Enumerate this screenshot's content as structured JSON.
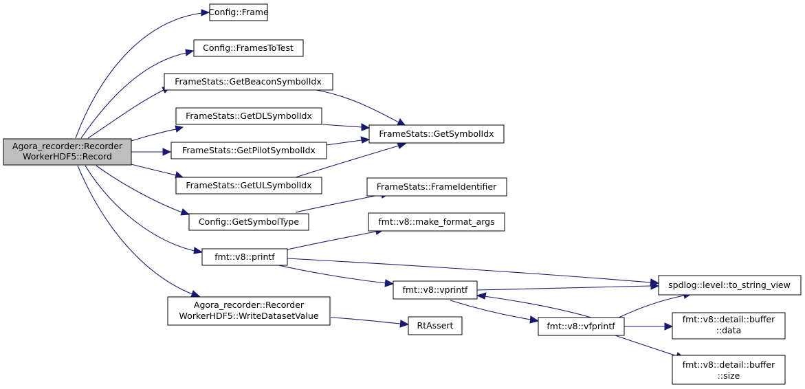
{
  "colors": {
    "edge": "#191970",
    "root_fill": "#bfbfbf",
    "node_fill": "#ffffff",
    "border": "#000000"
  },
  "nodes": {
    "root": {
      "lines": [
        "Agora_recorder::Recorder",
        "WorkerHDF5::Record"
      ]
    },
    "frame": {
      "lines": [
        "Config::Frame"
      ]
    },
    "framestotest": {
      "lines": [
        "Config::FramesToTest"
      ]
    },
    "getbeacon": {
      "lines": [
        "FrameStats::GetBeaconSymbolIdx"
      ]
    },
    "getdl": {
      "lines": [
        "FrameStats::GetDLSymbolIdx"
      ]
    },
    "getpilot": {
      "lines": [
        "FrameStats::GetPilotSymbolIdx"
      ]
    },
    "getul": {
      "lines": [
        "FrameStats::GetULSymbolIdx"
      ]
    },
    "getsymboltype": {
      "lines": [
        "Config::GetSymbolType"
      ]
    },
    "printf": {
      "lines": [
        "fmt::v8::printf"
      ]
    },
    "writedataset": {
      "lines": [
        "Agora_recorder::Recorder",
        "WorkerHDF5::WriteDatasetValue"
      ]
    },
    "getsymbolidx": {
      "lines": [
        "FrameStats::GetSymbolIdx"
      ]
    },
    "frameidentifier": {
      "lines": [
        "FrameStats::FrameIdentifier"
      ]
    },
    "makeformatargs": {
      "lines": [
        "fmt::v8::make_format_args"
      ]
    },
    "vprintf": {
      "lines": [
        "fmt::v8::vprintf"
      ]
    },
    "rtassert": {
      "lines": [
        "RtAssert"
      ]
    },
    "vfprintf": {
      "lines": [
        "fmt::v8::vfprintf"
      ]
    },
    "tostringview": {
      "lines": [
        "spdlog::level::to_string_view"
      ]
    },
    "bufferdata": {
      "lines": [
        "fmt::v8::detail::buffer",
        "::data"
      ]
    },
    "buffersize": {
      "lines": [
        "fmt::v8::detail::buffer",
        "::size"
      ]
    }
  }
}
